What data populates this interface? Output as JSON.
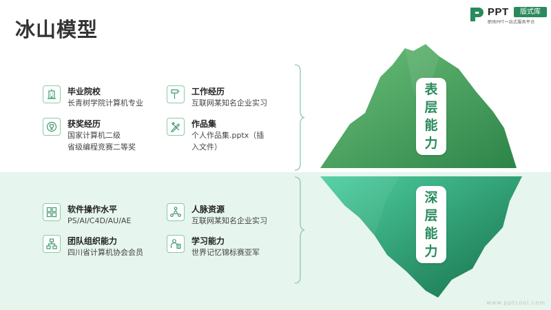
{
  "slide": {
    "title": "冰山模型",
    "logo": {
      "ppt": "PPT",
      "badge": "版式库",
      "sub": "职场PPT一站式服务平台"
    },
    "watermark": "www.pptcool.com"
  },
  "surface": {
    "label_chars": [
      "表",
      "层",
      "能",
      "力"
    ],
    "items": [
      {
        "title": "毕业院校",
        "desc": [
          "长青树学院计算机专业"
        ],
        "icon": "building-icon"
      },
      {
        "title": "工作经历",
        "desc": [
          "互联网某知名企业实习"
        ],
        "icon": "hammer-icon"
      },
      {
        "title": "获奖经历",
        "desc": [
          "国家计算机二级",
          "省级编程竞赛二等奖"
        ],
        "icon": "trophy-icon"
      },
      {
        "title": "作品集",
        "desc": [
          "个人作品集.pptx（插",
          "入文件）"
        ],
        "icon": "design-tools-icon"
      }
    ]
  },
  "deep": {
    "label_chars": [
      "深",
      "层",
      "能",
      "力"
    ],
    "items": [
      {
        "title": "软件操作水平",
        "desc": [
          "PS/AI/C4D/AU/AE"
        ],
        "icon": "software-grid-icon"
      },
      {
        "title": "人脉资源",
        "desc": [
          "互联网某知名企业实习"
        ],
        "icon": "network-icon"
      },
      {
        "title": "团队组织能力",
        "desc": [
          "四川省计算机协会会员"
        ],
        "icon": "org-chart-icon"
      },
      {
        "title": "学习能力",
        "desc": [
          "世界记忆锦标赛亚军"
        ],
        "icon": "learning-person-icon"
      }
    ]
  },
  "colors": {
    "accent": "#2a8a5c",
    "icon_border": "#8cc9a9",
    "deep_band": "#e6f5ee",
    "surface_light": "#63b36f",
    "surface_dark": "#2f8a4c",
    "deep_light": "#46c79a",
    "deep_dark": "#1d7a4f"
  }
}
